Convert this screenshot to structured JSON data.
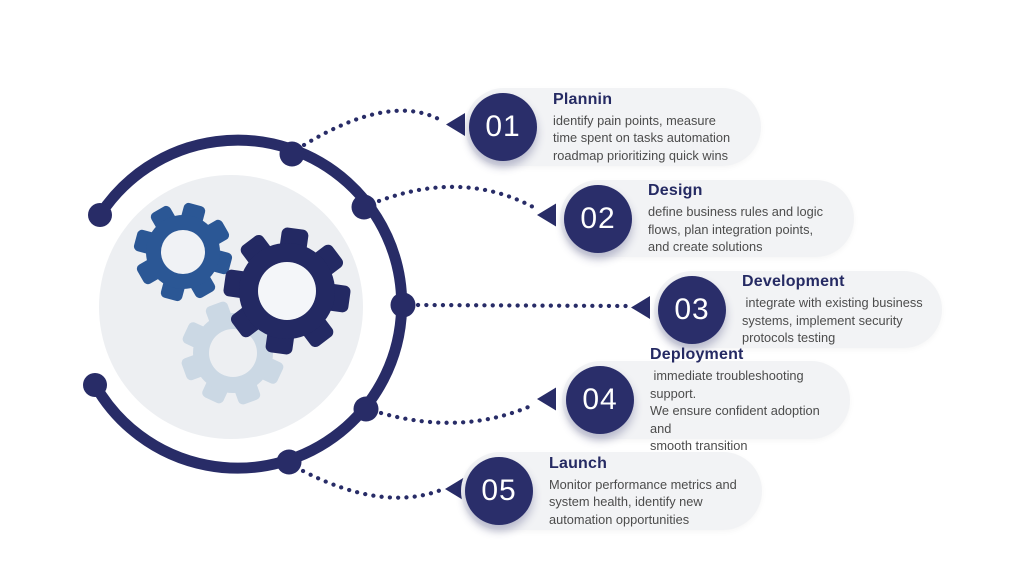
{
  "process": {
    "steps": [
      {
        "number": "01",
        "title": "Plannin",
        "description": "identify pain points, measure\ntime spent on tasks automation\nroadmap prioritizing quick wins"
      },
      {
        "number": "02",
        "title": "Design",
        "description": "define business rules and logic\nflows, plan integration points,\nand create solutions"
      },
      {
        "number": "03",
        "title": "Development",
        "description": " integrate with existing business\nsystems, implement security\nprotocols testing"
      },
      {
        "number": "04",
        "title": "Deployment",
        "description": " immediate troubleshooting support.\nWe ensure confident adoption and\nsmooth transition"
      },
      {
        "number": "05",
        "title": "Launch",
        "description": "Monitor performance metrics and\nsystem health, identify new\nautomation opportunities"
      }
    ],
    "colors": {
      "navy": "#282c67",
      "badge_navy": "#2a2e6a",
      "gear_blue": "#2b5795",
      "gear_light": "#cbd8e4",
      "inner_circle": "#edeff2",
      "card_bg": "#f2f3f5",
      "title_text": "#252a63",
      "body_text": "#4c4c4c"
    },
    "icons": {
      "center": "gears-icon",
      "connector": "dotted-line",
      "pointer": "left-arrow-icon"
    }
  }
}
